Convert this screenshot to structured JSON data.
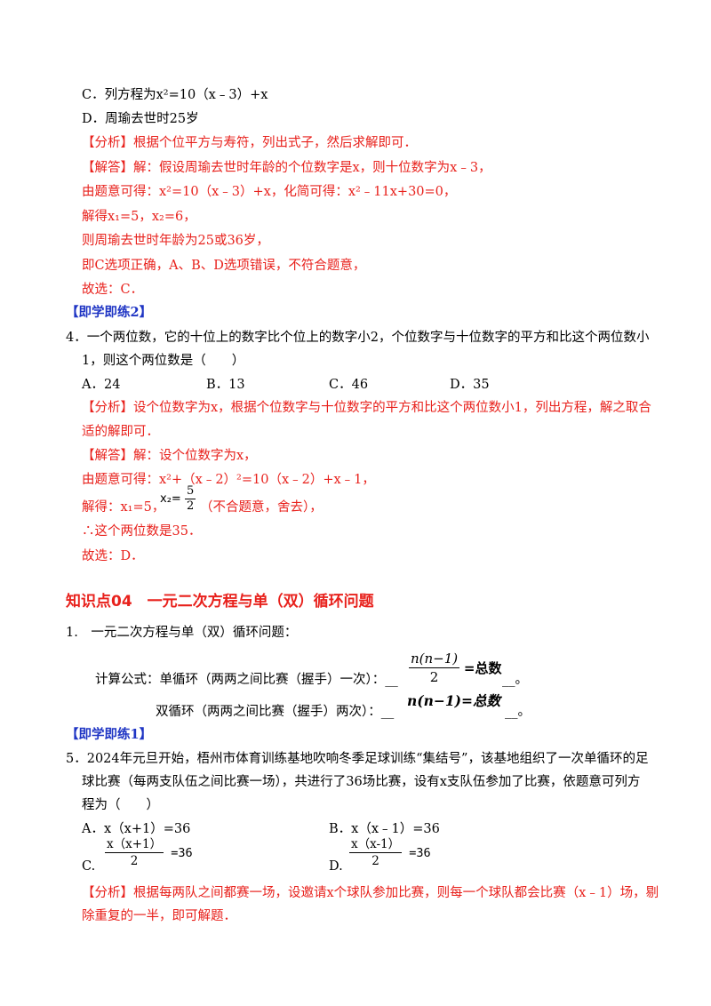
{
  "q3": {
    "option_c": "C．列方程为x²=10（x﹣3）+x",
    "option_d": "D．周瑜去世时25岁",
    "analysis": "【分析】根据个位平方与寿符，列出式子，然后求解即可．",
    "solution_1": "【解答】解：假设周瑜去世时年龄的个位数字是x，则十位数字为x﹣3，",
    "solution_2": "由题意可得：x²=10（x﹣3）+x，化简可得：x²﹣11x+30=0，",
    "solution_3": "解得x₁=5，x₂=6，",
    "solution_4": "则周瑜去世时年龄为25或36岁，",
    "solution_5": "即C选项正确，A、B、D选项错误，不符合题意，",
    "solution_6": "故选：C．"
  },
  "practice_2": {
    "label": "【即学即练2】"
  },
  "q4": {
    "stem_1": "4．一个两位数，它的十位上的数字比个位上的数字小2，个位数字与十位数字的平方和比这个两位数小",
    "stem_2": "1，则这个两位数是（　　）",
    "option_a": "A．24",
    "option_b": "B．13",
    "option_c": "C．46",
    "option_d": "D．35",
    "analysis_1": "【分析】设个位数字为x，根据个位数字与十位数字的平方和比这个两位数小1，列出方程，解之取合",
    "analysis_2": "适的解即可．",
    "solution_1": "【解答】解：设个位数字为x，",
    "solution_2": "由题意可得：x²+（x﹣2）²=10（x﹣2）+x﹣1，",
    "solution_3_prefix": "解得：x₁=5，",
    "solution_3_x2": "x₂=",
    "solution_3_num": "5",
    "solution_3_den": "2",
    "solution_3_suffix": "（不合题意，舍去），",
    "solution_4": "∴这个两位数是35．",
    "solution_5": "故选：D．"
  },
  "section": {
    "title": "知识点04　一元二次方程与单（双）循环问题"
  },
  "k4": {
    "item_1": "1.　一元二次方程与单（双）循环问题：",
    "formula_single_label": "计算公式：单循环（两两之间比赛（握手）一次）：__",
    "formula_single_num": "n(n−1)",
    "formula_single_den": "2",
    "formula_single_rhs": "=总数",
    "formula_single_end": "__。",
    "formula_double_label": "双循环（两两之间比赛（握手）两次）：__",
    "formula_double_expr": "n(n−1)=总数",
    "formula_double_end": "__。"
  },
  "practice_1": {
    "label": "【即学即练1】"
  },
  "q5": {
    "stem_1": "5．2024年元旦开始，梧州市体育训练基地吹响冬季足球训练“集结号”，该基地组织了一次单循环的足",
    "stem_2": "球比赛（每两支队伍之间比赛一场），共进行了36场比赛，设有x支队伍参加了比赛，依题意可列方",
    "stem_3": "程为（　　）",
    "option_a": "A．x（x+1）=36",
    "option_b": "B．x（x﹣1）=36",
    "option_c_label": "C.",
    "option_c_num": "x（x+1）",
    "option_c_den": "2",
    "option_c_rhs": "=36",
    "option_d_label": "D.",
    "option_d_num": "x（x-1）",
    "option_d_den": "2",
    "option_d_rhs": "=36",
    "analysis_1": "【分析】根据每两队之间都赛一场，设邀请x个球队参加比赛，则每一个球队都会比赛（x﹣1）场，剔",
    "analysis_2": "除重复的一半，即可解题．"
  }
}
